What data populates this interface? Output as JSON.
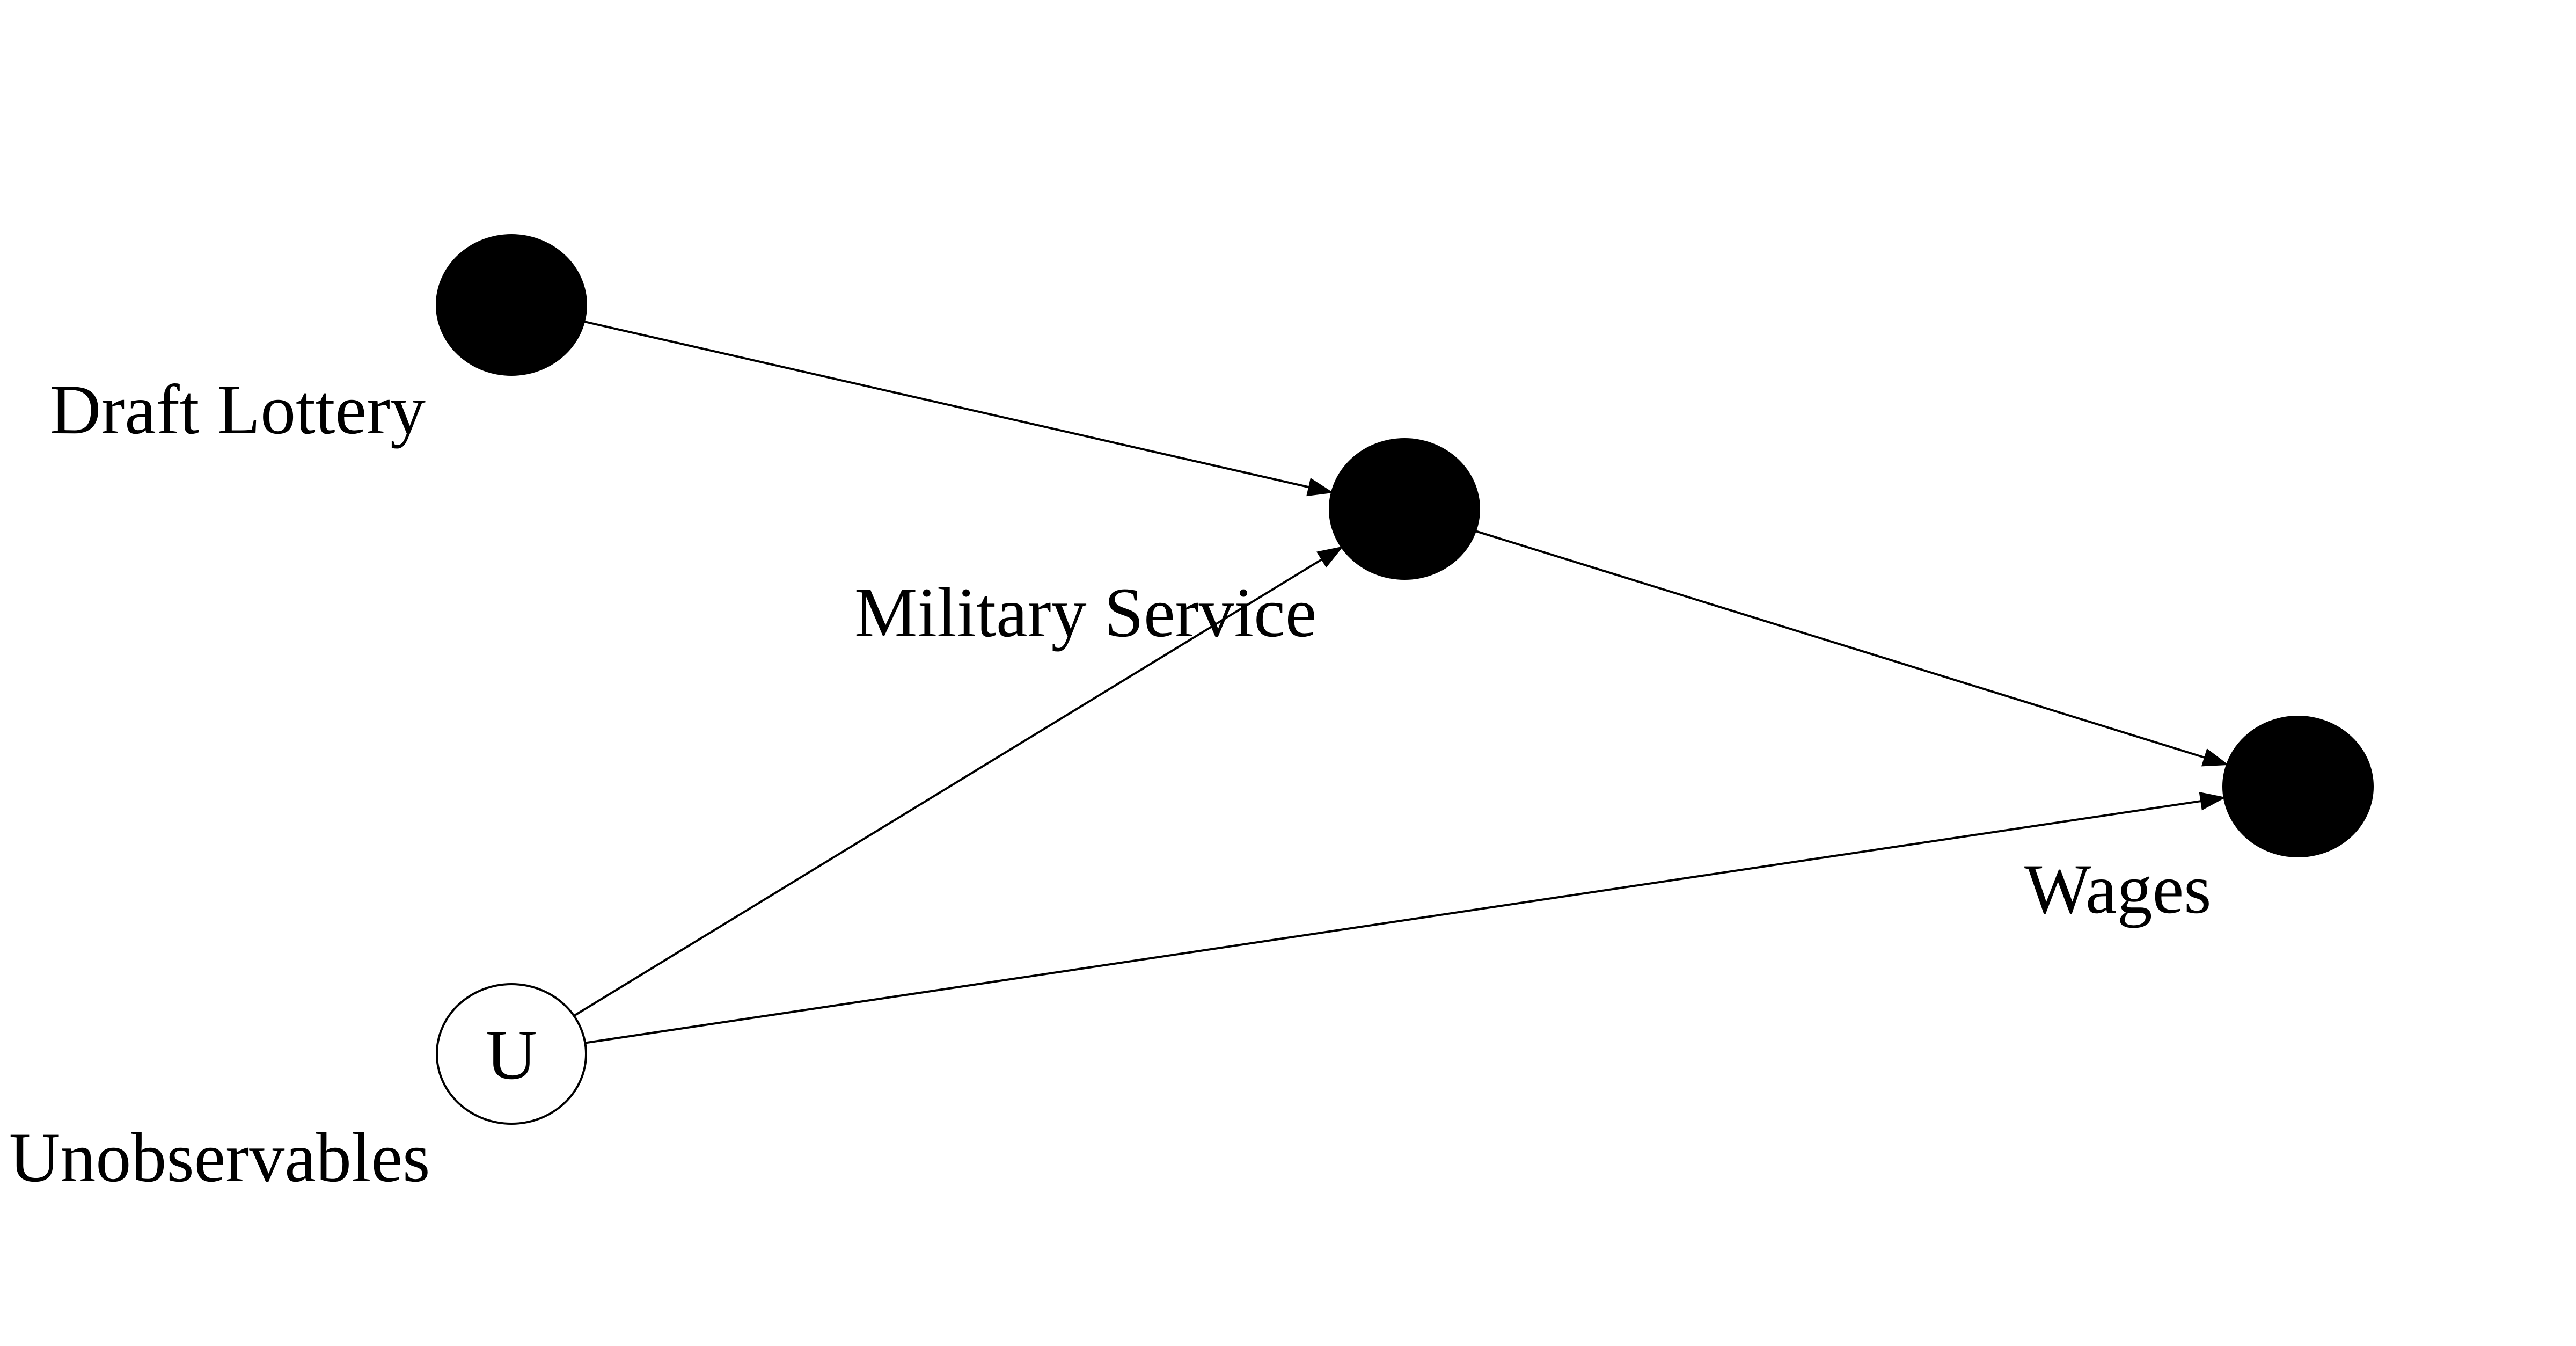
{
  "nodes": [
    {
      "id": "draft-lottery",
      "label": "Draft Lottery",
      "observed": true,
      "inner_label": ""
    },
    {
      "id": "military-service",
      "label": "Military Service",
      "observed": true,
      "inner_label": ""
    },
    {
      "id": "wages",
      "label": "Wages",
      "observed": true,
      "inner_label": ""
    },
    {
      "id": "unobservables",
      "label": "Unobservables",
      "observed": false,
      "inner_label": "U"
    }
  ],
  "edges": [
    {
      "from": "draft-lottery",
      "to": "military-service"
    },
    {
      "from": "military-service",
      "to": "wages"
    },
    {
      "from": "unobservables",
      "to": "military-service"
    },
    {
      "from": "unobservables",
      "to": "wages"
    }
  ],
  "colors": {
    "observed_fill": "#000000",
    "unobserved_fill": "#ffffff",
    "stroke": "#000000"
  }
}
